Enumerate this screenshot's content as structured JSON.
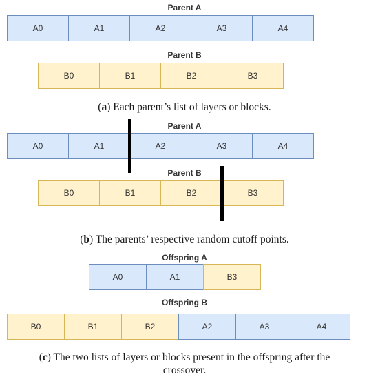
{
  "panel_a": {
    "parent_a_title": "Parent A",
    "parent_b_title": "Parent B",
    "parent_a_blocks": [
      "A0",
      "A1",
      "A2",
      "A3",
      "A4"
    ],
    "parent_b_blocks": [
      "B0",
      "B1",
      "B2",
      "B3"
    ],
    "caption_letter": "a",
    "caption_text": " Each parent’s list of layers or blocks."
  },
  "panel_b": {
    "parent_a_title": "Parent A",
    "parent_b_title": "Parent B",
    "parent_a_blocks": [
      "A0",
      "A1",
      "A2",
      "A3",
      "A4"
    ],
    "parent_b_blocks": [
      "B0",
      "B1",
      "B2",
      "B3"
    ],
    "caption_letter": "b",
    "caption_text": " The parents’ respective random cutoff points."
  },
  "panel_c": {
    "offspring_a_title": "Offspring A",
    "offspring_b_title": "Offspring B",
    "offspring_a_blocks": [
      "A0",
      "A1",
      "B3"
    ],
    "offspring_b_blocks": [
      "B0",
      "B1",
      "B2",
      "A2",
      "A3",
      "A4"
    ],
    "caption_letter": "c",
    "caption_text_line1": " The two lists of layers or blocks present in the offspring after the",
    "caption_text_line2": "crossover."
  },
  "colors": {
    "parent_a_fill": "#dae8fc",
    "parent_a_stroke": "#6c8ebf",
    "parent_b_fill": "#fff2cc",
    "parent_b_stroke": "#d6b656",
    "cutoff_line": "#000000"
  }
}
